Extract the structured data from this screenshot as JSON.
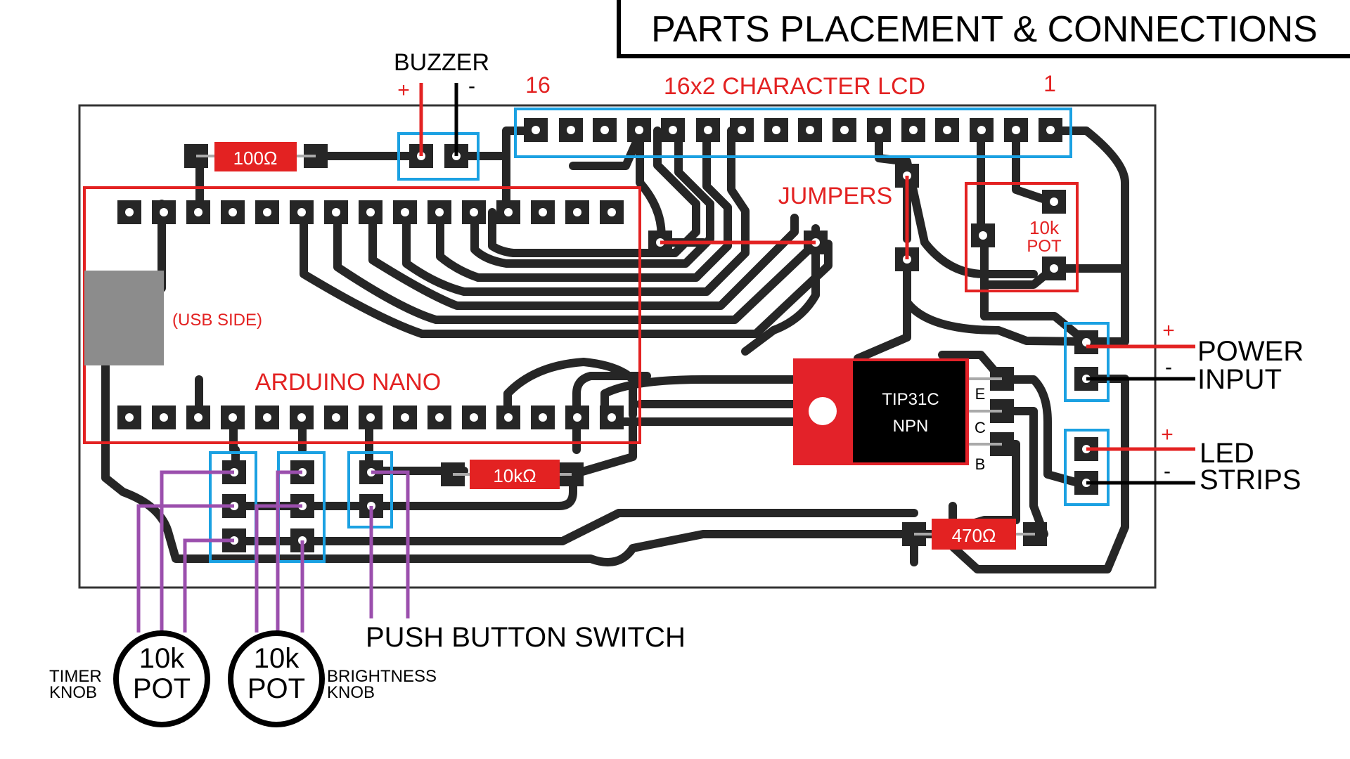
{
  "title": "PARTS PLACEMENT & CONNECTIONS",
  "colors": {
    "trace": "#262626",
    "red": "#e32222",
    "blue": "#1ba1e2",
    "purple": "#9b4fad",
    "usb": "#8c8c8c",
    "board_outline": "#333333",
    "tip_body": "#e32229",
    "tip_label_bg": "#000000"
  },
  "labels": {
    "buzzer": "BUZZER",
    "buzzer_plus": "+",
    "buzzer_minus": "-",
    "lcd": "16x2 CHARACTER LCD",
    "lcd_pin_first": "16",
    "lcd_pin_last": "1",
    "jumpers": "JUMPERS",
    "pot_onboard_1": "10k",
    "pot_onboard_2": "POT",
    "usb_side": "(USB SIDE)",
    "arduino": "ARDUINO NANO",
    "tip_line1": "TIP31C",
    "tip_line2": "NPN",
    "pin_e": "E",
    "pin_c": "C",
    "pin_b": "B",
    "power_1": "POWER",
    "power_2": "INPUT",
    "power_plus": "+",
    "power_minus": "-",
    "led_1": "LED",
    "led_2": "STRIPS",
    "led_plus": "+",
    "led_minus": "-",
    "r_100": "100Ω",
    "r_10k": "10kΩ",
    "r_470": "470Ω",
    "push_button": "PUSH BUTTON SWITCH",
    "pot_timer_1": "10k",
    "pot_timer_2": "POT",
    "pot_bright_1": "10k",
    "pot_bright_2": "POT",
    "timer_knob_1": "TIMER",
    "timer_knob_2": "KNOB",
    "brightness_knob_1": "BRIGHTNESS",
    "brightness_knob_2": "KNOB"
  }
}
